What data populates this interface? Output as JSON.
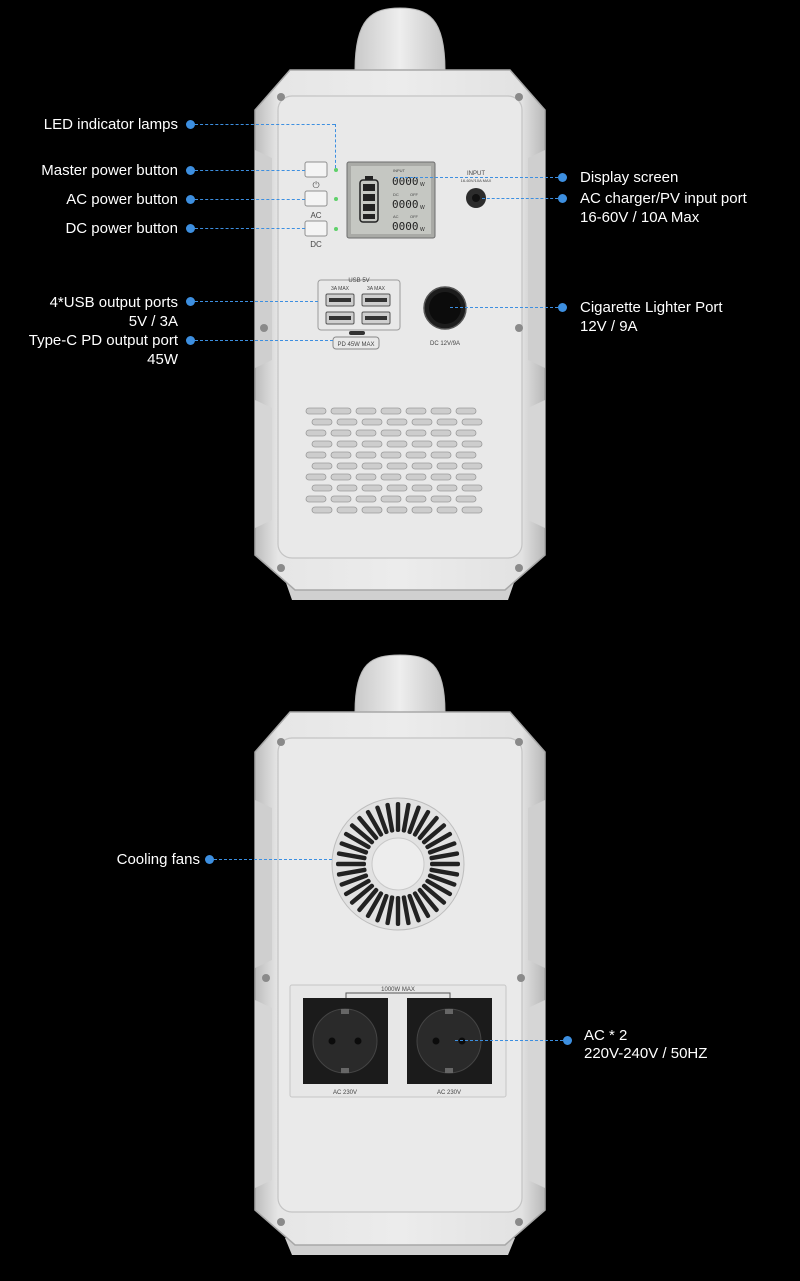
{
  "front": {
    "labels": {
      "led": "LED indicator lamps",
      "master": "Master power button",
      "ac_button": "AC power button",
      "dc_button": "DC power button",
      "usb": "4*USB output ports",
      "usb_spec": "5V / 3A",
      "typec": "Type-C PD output port",
      "typec_spec": "45W",
      "display": "Display screen",
      "ac_input": "AC charger/PV input port",
      "ac_input_spec": "16-60V / 10A Max",
      "cig": "Cigarette Lighter Port",
      "cig_spec": "12V / 9A"
    },
    "panel": {
      "btn_ac": "AC",
      "btn_dc": "DC",
      "usb_header": "USB 5V",
      "usb_left": "3A MAX",
      "usb_right": "3A MAX",
      "pd": "PD 45W MAX",
      "dc_port": "DC 12V/9A",
      "input": "INPUT",
      "input_spec": "16-60V/10A MAX",
      "lcd_input": "INPUT",
      "lcd_dc": "DC",
      "lcd_ac": "AC",
      "lcd_off1": "OFF",
      "lcd_off2": "OFF",
      "lcd_digits": "0000",
      "lcd_unit": "W"
    }
  },
  "back": {
    "labels": {
      "fans": "Cooling fans",
      "ac": "AC * 2",
      "ac_spec": "220V-240V / 50HZ"
    },
    "panel": {
      "max": "1000W MAX",
      "socket_left": "AC 230V",
      "socket_right": "AC 230V"
    }
  },
  "colors": {
    "accent": "#3d8fe0",
    "body": "#e4e4e4",
    "background": "#000000"
  }
}
